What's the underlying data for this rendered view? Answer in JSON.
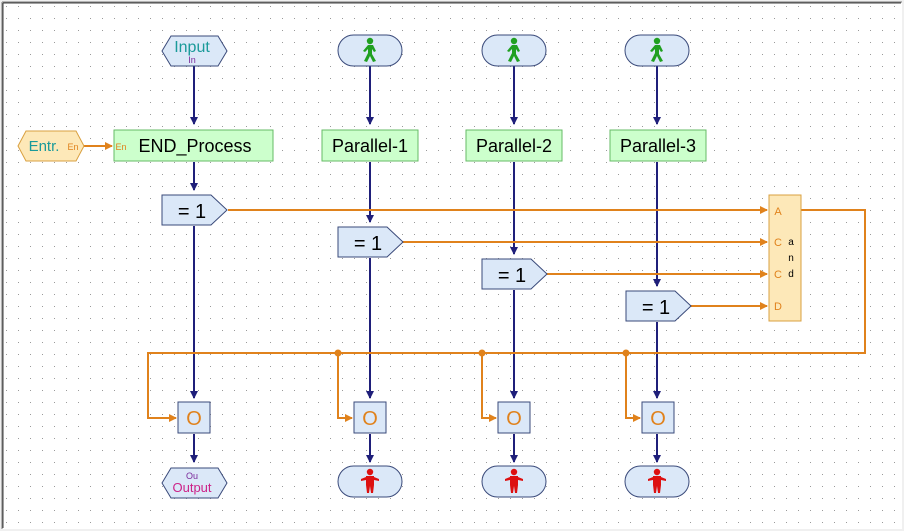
{
  "colors": {
    "flow": "#1f1f7a",
    "signal": "#e0821c",
    "node_green": "#ccffcc",
    "node_green_border": "#66bb66",
    "node_blue": "#dbe8f8",
    "node_blue_border": "#3a4a7a",
    "and_fill": "#fde8b8",
    "and_border": "#d9a040",
    "input_text": "#1a9a9a",
    "output_text": "#cc2288",
    "entry_text": "#1a9a9a",
    "go_icon": "#20a020",
    "stop_icon": "#dd1010"
  },
  "input_node": {
    "label": "Input",
    "sub": "In"
  },
  "output_node": {
    "label": "Output",
    "sub": "Ou"
  },
  "entry_node": {
    "label": "Entr.",
    "port": "En"
  },
  "main_process": {
    "label": "END_Process",
    "port": "En"
  },
  "parallel_blocks": [
    {
      "label": "Parallel-1"
    },
    {
      "label": "Parallel-2"
    },
    {
      "label": "Parallel-3"
    }
  ],
  "compare_blocks": [
    {
      "label": "= 1"
    },
    {
      "label": "= 1"
    },
    {
      "label": "= 1"
    },
    {
      "label": "= 1"
    }
  ],
  "output_blocks": [
    {
      "label": "O"
    },
    {
      "label": "O"
    },
    {
      "label": "O"
    },
    {
      "label": "O"
    }
  ],
  "and_gate": {
    "label_vertical": "and",
    "ports": [
      "A",
      "C",
      "C",
      "D"
    ]
  },
  "icons": {
    "start": "go-pedestrian-icon",
    "stop": "stop-pedestrian-icon"
  }
}
